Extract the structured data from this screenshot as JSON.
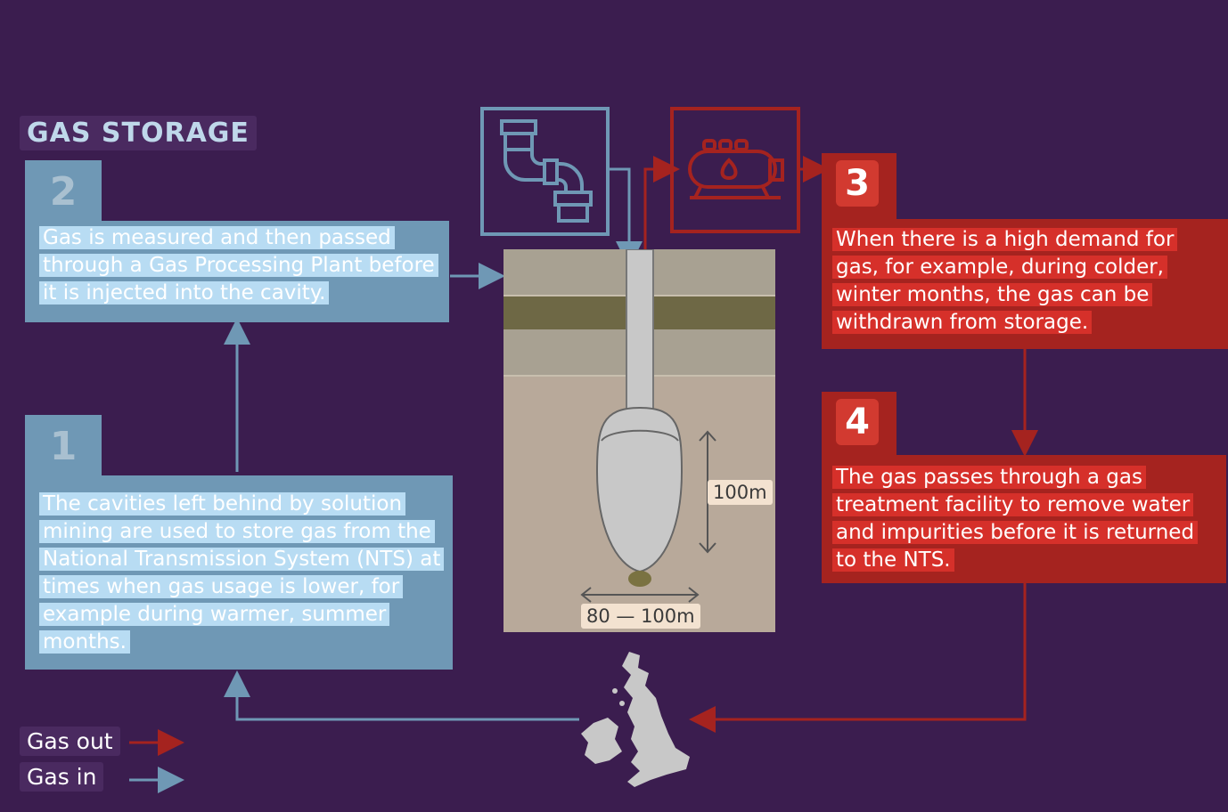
{
  "title": "GAS STORAGE",
  "steps": [
    {
      "number": "2",
      "text": "Gas is measured and then passed through a Gas Processing Plant before it is injected into the cavity."
    },
    {
      "number": "1",
      "text": "The cavities left behind by solution mining are used to store gas from the National Transmission System (NTS) at times when gas usage is lower, for example during warmer, summer months."
    },
    {
      "number": "3",
      "text": "When there is a high demand for gas, for example, during colder, winter months, the gas can be withdrawn from storage."
    },
    {
      "number": "4",
      "text": "The gas passes through a gas treatment facility to remove water and impurities before it is returned to the NTS."
    }
  ],
  "dimensions": {
    "height": "100m",
    "width": "80 — 100m"
  },
  "legend": [
    {
      "label": "Gas out",
      "color": "#a5231f"
    },
    {
      "label": "Gas in",
      "color": "#6f98b5"
    }
  ],
  "icons": [
    "pipe-icon",
    "gas-treatment-tank-icon",
    "uk-map-icon"
  ],
  "colors": {
    "background": "#3b1d4f",
    "gas_in": "#6f98b5",
    "gas_out": "#a5231f"
  }
}
